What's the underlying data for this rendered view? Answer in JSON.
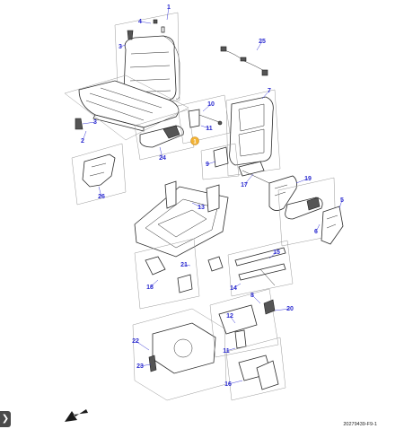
{
  "diagram": {
    "reference_code": "20279439-F9-1",
    "hotspot_marker": "1",
    "nav_button_icon": "chevron-right-icon",
    "accent_color": "#2b2bd0",
    "hotspot_color": "#f2b233",
    "callouts": [
      {
        "id": "c1",
        "label": "1"
      },
      {
        "id": "c4",
        "label": "4"
      },
      {
        "id": "c3a",
        "label": "3"
      },
      {
        "id": "c25",
        "label": "25"
      },
      {
        "id": "c7",
        "label": "7"
      },
      {
        "id": "c10",
        "label": "10"
      },
      {
        "id": "c3b",
        "label": "3"
      },
      {
        "id": "c11",
        "label": "11"
      },
      {
        "id": "c2",
        "label": "2"
      },
      {
        "id": "c24",
        "label": "24"
      },
      {
        "id": "c9",
        "label": "9"
      },
      {
        "id": "c19",
        "label": "19"
      },
      {
        "id": "c17",
        "label": "17"
      },
      {
        "id": "c26",
        "label": "26"
      },
      {
        "id": "c5",
        "label": "5"
      },
      {
        "id": "c13",
        "label": "13"
      },
      {
        "id": "c6",
        "label": "6"
      },
      {
        "id": "c15",
        "label": "15"
      },
      {
        "id": "c21",
        "label": "21"
      },
      {
        "id": "c18",
        "label": "18"
      },
      {
        "id": "c14",
        "label": "14"
      },
      {
        "id": "c8",
        "label": "8"
      },
      {
        "id": "c20",
        "label": "20"
      },
      {
        "id": "c12",
        "label": "12"
      },
      {
        "id": "c22",
        "label": "22"
      },
      {
        "id": "c23",
        "label": "23"
      },
      {
        "id": "c11b",
        "label": "11"
      },
      {
        "id": "c16",
        "label": "16"
      }
    ]
  }
}
